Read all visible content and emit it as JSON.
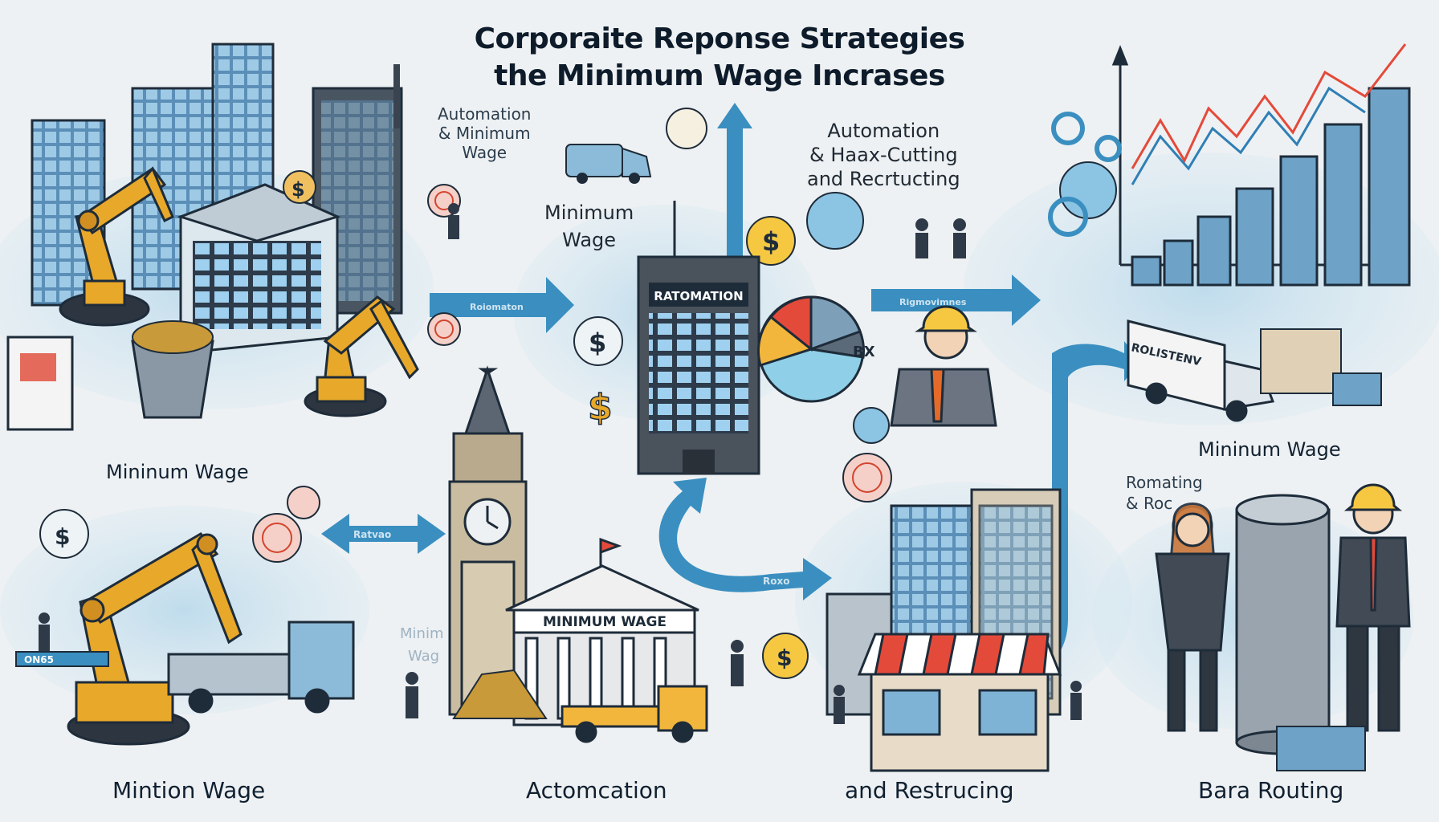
{
  "title": {
    "line1": "Corporaite Reponse Strategies",
    "line2": "the Minimum Wage Incrases"
  },
  "labels": {
    "automation_minimum_wage": [
      "Automation",
      "& Minimum",
      "Wage"
    ],
    "minimum_wage_top": [
      "Minimum",
      "Wage"
    ],
    "automation_cutting": [
      "Automation",
      "& Haax-Cutting",
      "and Recrtucting"
    ],
    "minimum_wage_left": "Mininum Wage",
    "minimum_wage_right": "Mininum Wage",
    "romating": [
      "Romating",
      "& Roc"
    ],
    "building_sign": "Ratomation",
    "bank_sign": "Minimum Wage",
    "pie_label": "BX",
    "truck_sign": "Rolistenv",
    "arrow_mid_left": "Ratvao",
    "arrow_mid_center": "Roxo",
    "arrow_top_left": "Roiomaton",
    "arrow_top_right": "Rigmovimnes",
    "faded_text": [
      "Minim",
      "Wag"
    ],
    "keyboard_text": "ON65"
  },
  "footer": {
    "col1": "Mintion Wage",
    "col2": "Actomcation",
    "col3": "and Restrucing",
    "col4": "Bara Routing"
  },
  "colors": {
    "accent_blue": "#3a8fc0",
    "robot_yellow": "#e8a82a",
    "building_blue": "#7fb3d5",
    "background": "#eef1f3"
  }
}
